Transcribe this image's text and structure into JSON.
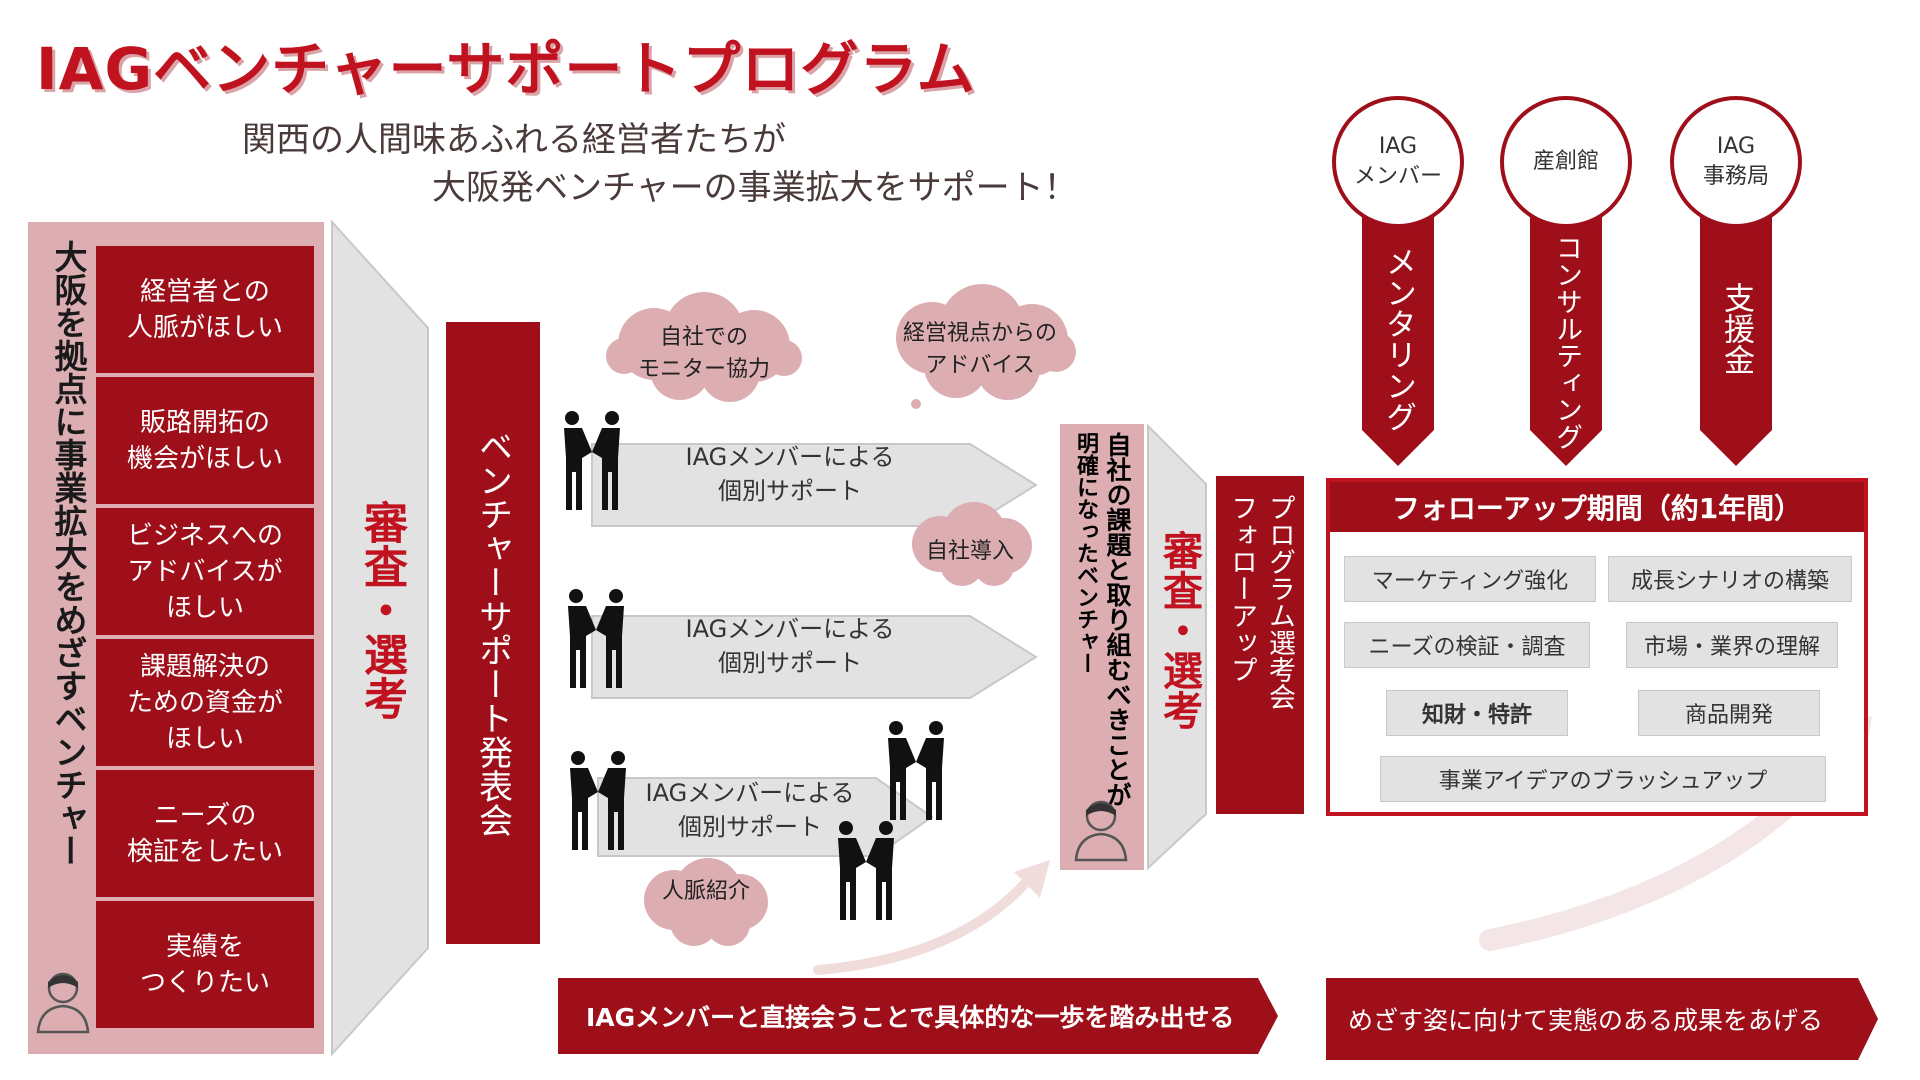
{
  "title": "IAGベンチャーサポートプログラム",
  "subtitle": {
    "line1": "関西の人間味あふれる経営者たちが",
    "line2": "大阪発ベンチャーの事業拡大をサポート！"
  },
  "left_panel": {
    "vertical_label": "大阪を拠点に事業拡大をめざすベンチャー",
    "needs": [
      "経営者との\n人脈がほしい",
      "販路開拓の\n機会がほしい",
      "ビジネスへの\nアドバイスが\nほしい",
      "課題解決の\nための資金が\nほしい",
      "ニーズの\n検証をしたい",
      "実績を\nつくりたい"
    ]
  },
  "screening_1": "審査・選考",
  "event": "ベンチャーサポート発表会",
  "support_rows": [
    "IAGメンバーによる\n個別サポート",
    "IAGメンバーによる\n個別サポート",
    "IAGメンバーによる\n個別サポート"
  ],
  "clouds": [
    "自社での\nモニター協力",
    "経営視点からの\nアドバイス",
    "自社導入",
    "人脈紹介"
  ],
  "ventures": {
    "line1": "自社の課題と取り組むべきことが",
    "line2": "明確になったベンチャー"
  },
  "screening_2": "審査・選考",
  "followup_event": {
    "line1": "フォローアップ",
    "line2": "プログラム選考会"
  },
  "supporters": [
    {
      "name": "IAG\nメンバー",
      "role": "メンタリング"
    },
    {
      "name": "産創館",
      "role": "コンサルティング"
    },
    {
      "name": "IAG\n事務局",
      "role": "支援金"
    }
  ],
  "followup_period": {
    "heading": "フォローアップ期間（約1年間）",
    "items": [
      "マーケティング強化",
      "成長シナリオの構築",
      "ニーズの検証・調査",
      "市場・業界の理解",
      "知財・特許",
      "商品開発",
      "事業アイデアのブラッシュアップ"
    ]
  },
  "banners": {
    "left": "IAGメンバーと直接会うことで具体的な一歩を踏み出せる",
    "right": "めざす姿に向けて実態のある成果をあげる"
  },
  "colors": {
    "brand_red": "#9e0f1a",
    "title_red": "#c0121f",
    "pink": "#dcaeb2",
    "gray": "#e2e2e2"
  }
}
